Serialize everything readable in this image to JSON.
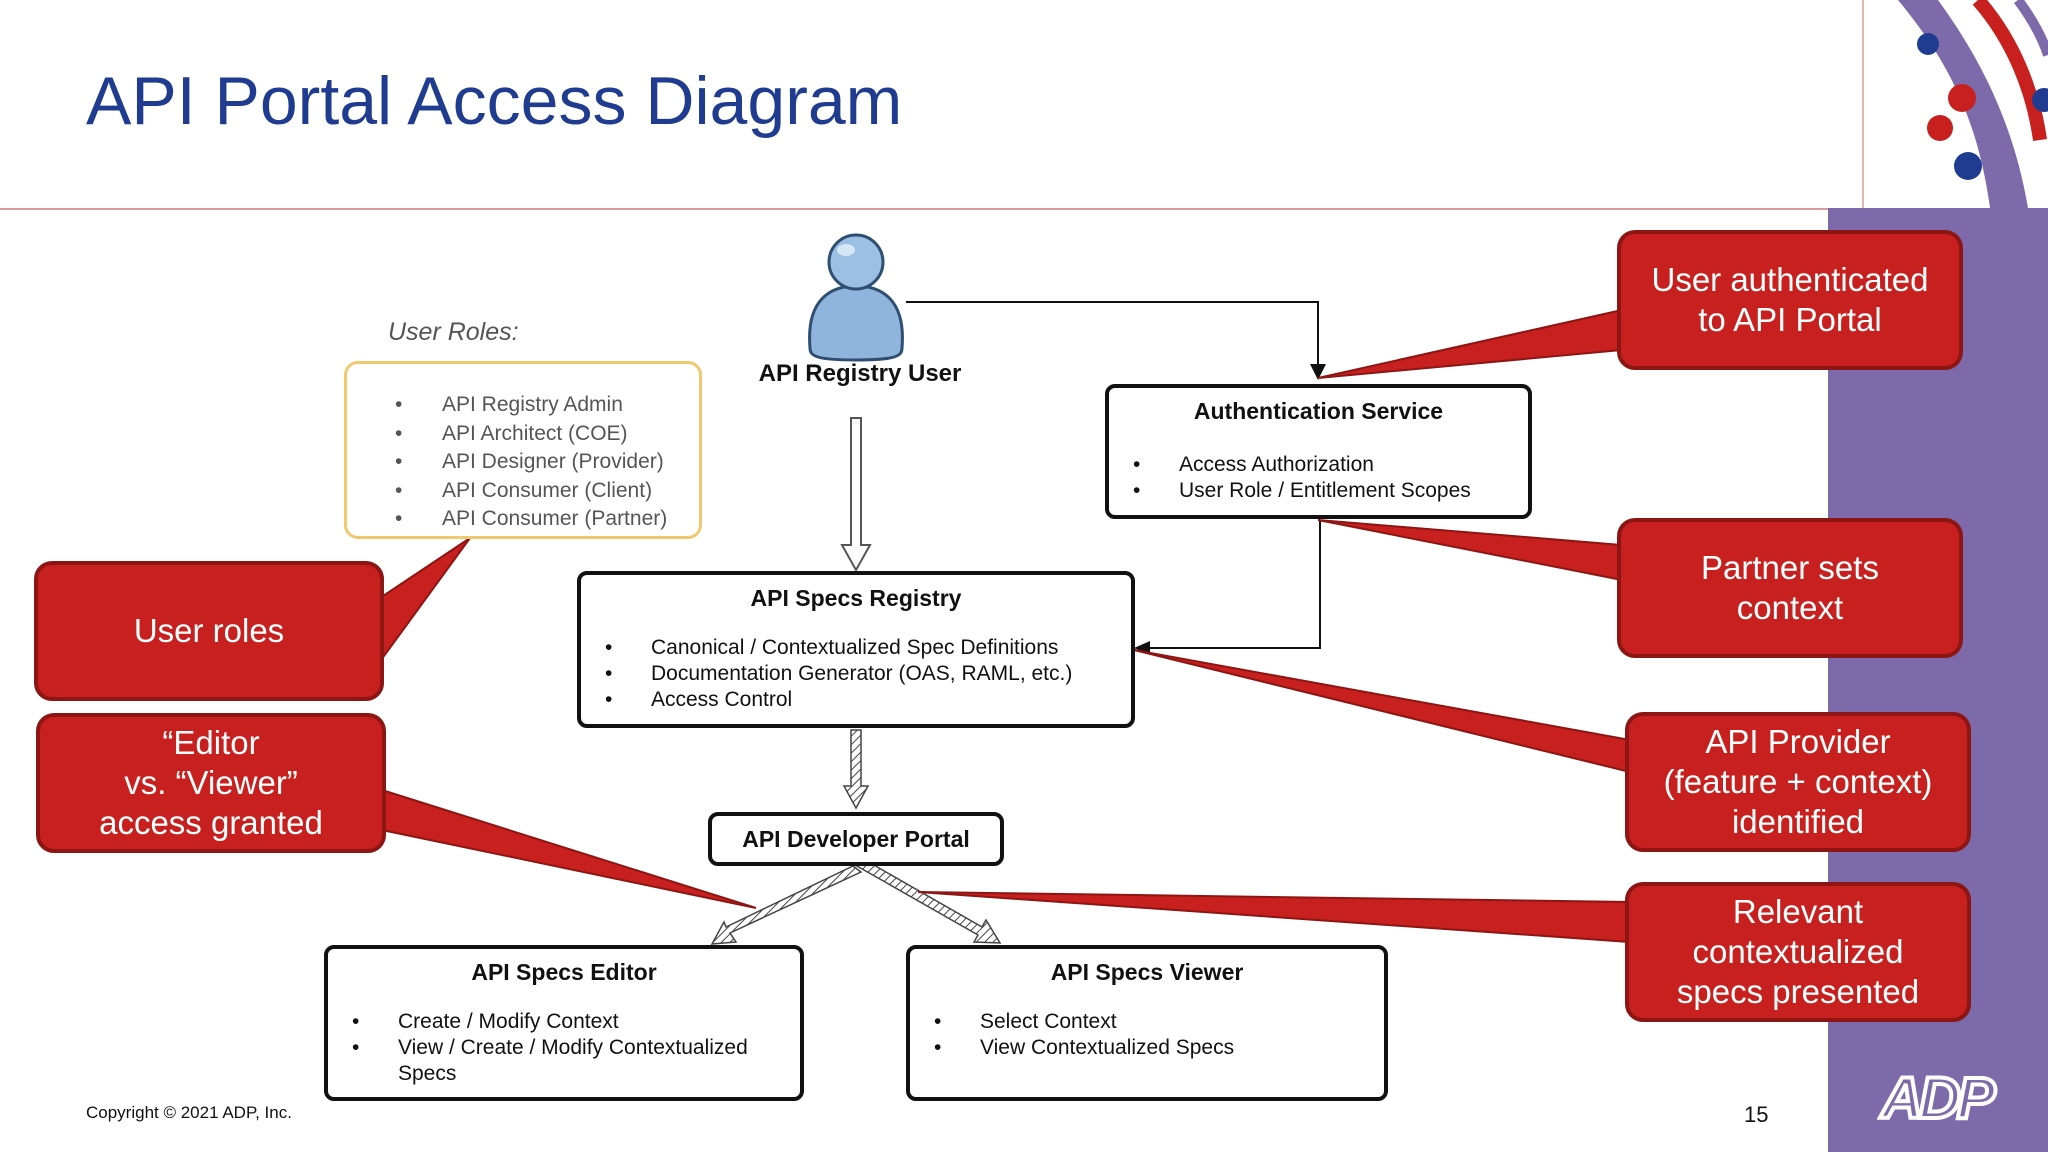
{
  "title": "API Portal Access Diagram",
  "user": {
    "label": "API Registry User"
  },
  "roles": {
    "heading": "User Roles:",
    "items": [
      "API Registry Admin",
      "API Architect (COE)",
      "API Designer (Provider)",
      "API Consumer (Client)",
      "API Consumer (Partner)"
    ]
  },
  "auth_service": {
    "title": "Authentication Service",
    "items": [
      "Access Authorization",
      "User Role / Entitlement Scopes"
    ]
  },
  "specs_registry": {
    "title": "API Specs Registry",
    "items": [
      "Canonical / Contextualized Spec Definitions",
      "Documentation Generator (OAS, RAML, etc.)",
      "Access Control"
    ]
  },
  "developer_portal": {
    "title": "API Developer Portal"
  },
  "specs_editor": {
    "title": "API Specs Editor",
    "items": [
      "Create / Modify Context",
      "View / Create / Modify Contextualized Specs"
    ]
  },
  "specs_viewer": {
    "title": "API Specs Viewer",
    "items": [
      "Select Context",
      "View Contextualized Specs"
    ]
  },
  "callouts": {
    "authenticated": "User authenticated\nto API Portal",
    "partner_context": "Partner sets\ncontext",
    "provider_identified": "API Provider\n(feature + context)\nidentified",
    "relevant_specs": "Relevant\ncontextualized\nspecs presented",
    "user_roles": "User roles",
    "editor_viewer": "“Editor\nvs. “Viewer”\naccess granted"
  },
  "footer": {
    "copyright": "Copyright © 2021 ADP, Inc.",
    "page_number": "15",
    "logo_text": "ADP"
  },
  "colors": {
    "title": "#1f3c91",
    "callout": "#c8201e",
    "band": "#7d6aaa",
    "roles_border": "#f0c86e"
  }
}
